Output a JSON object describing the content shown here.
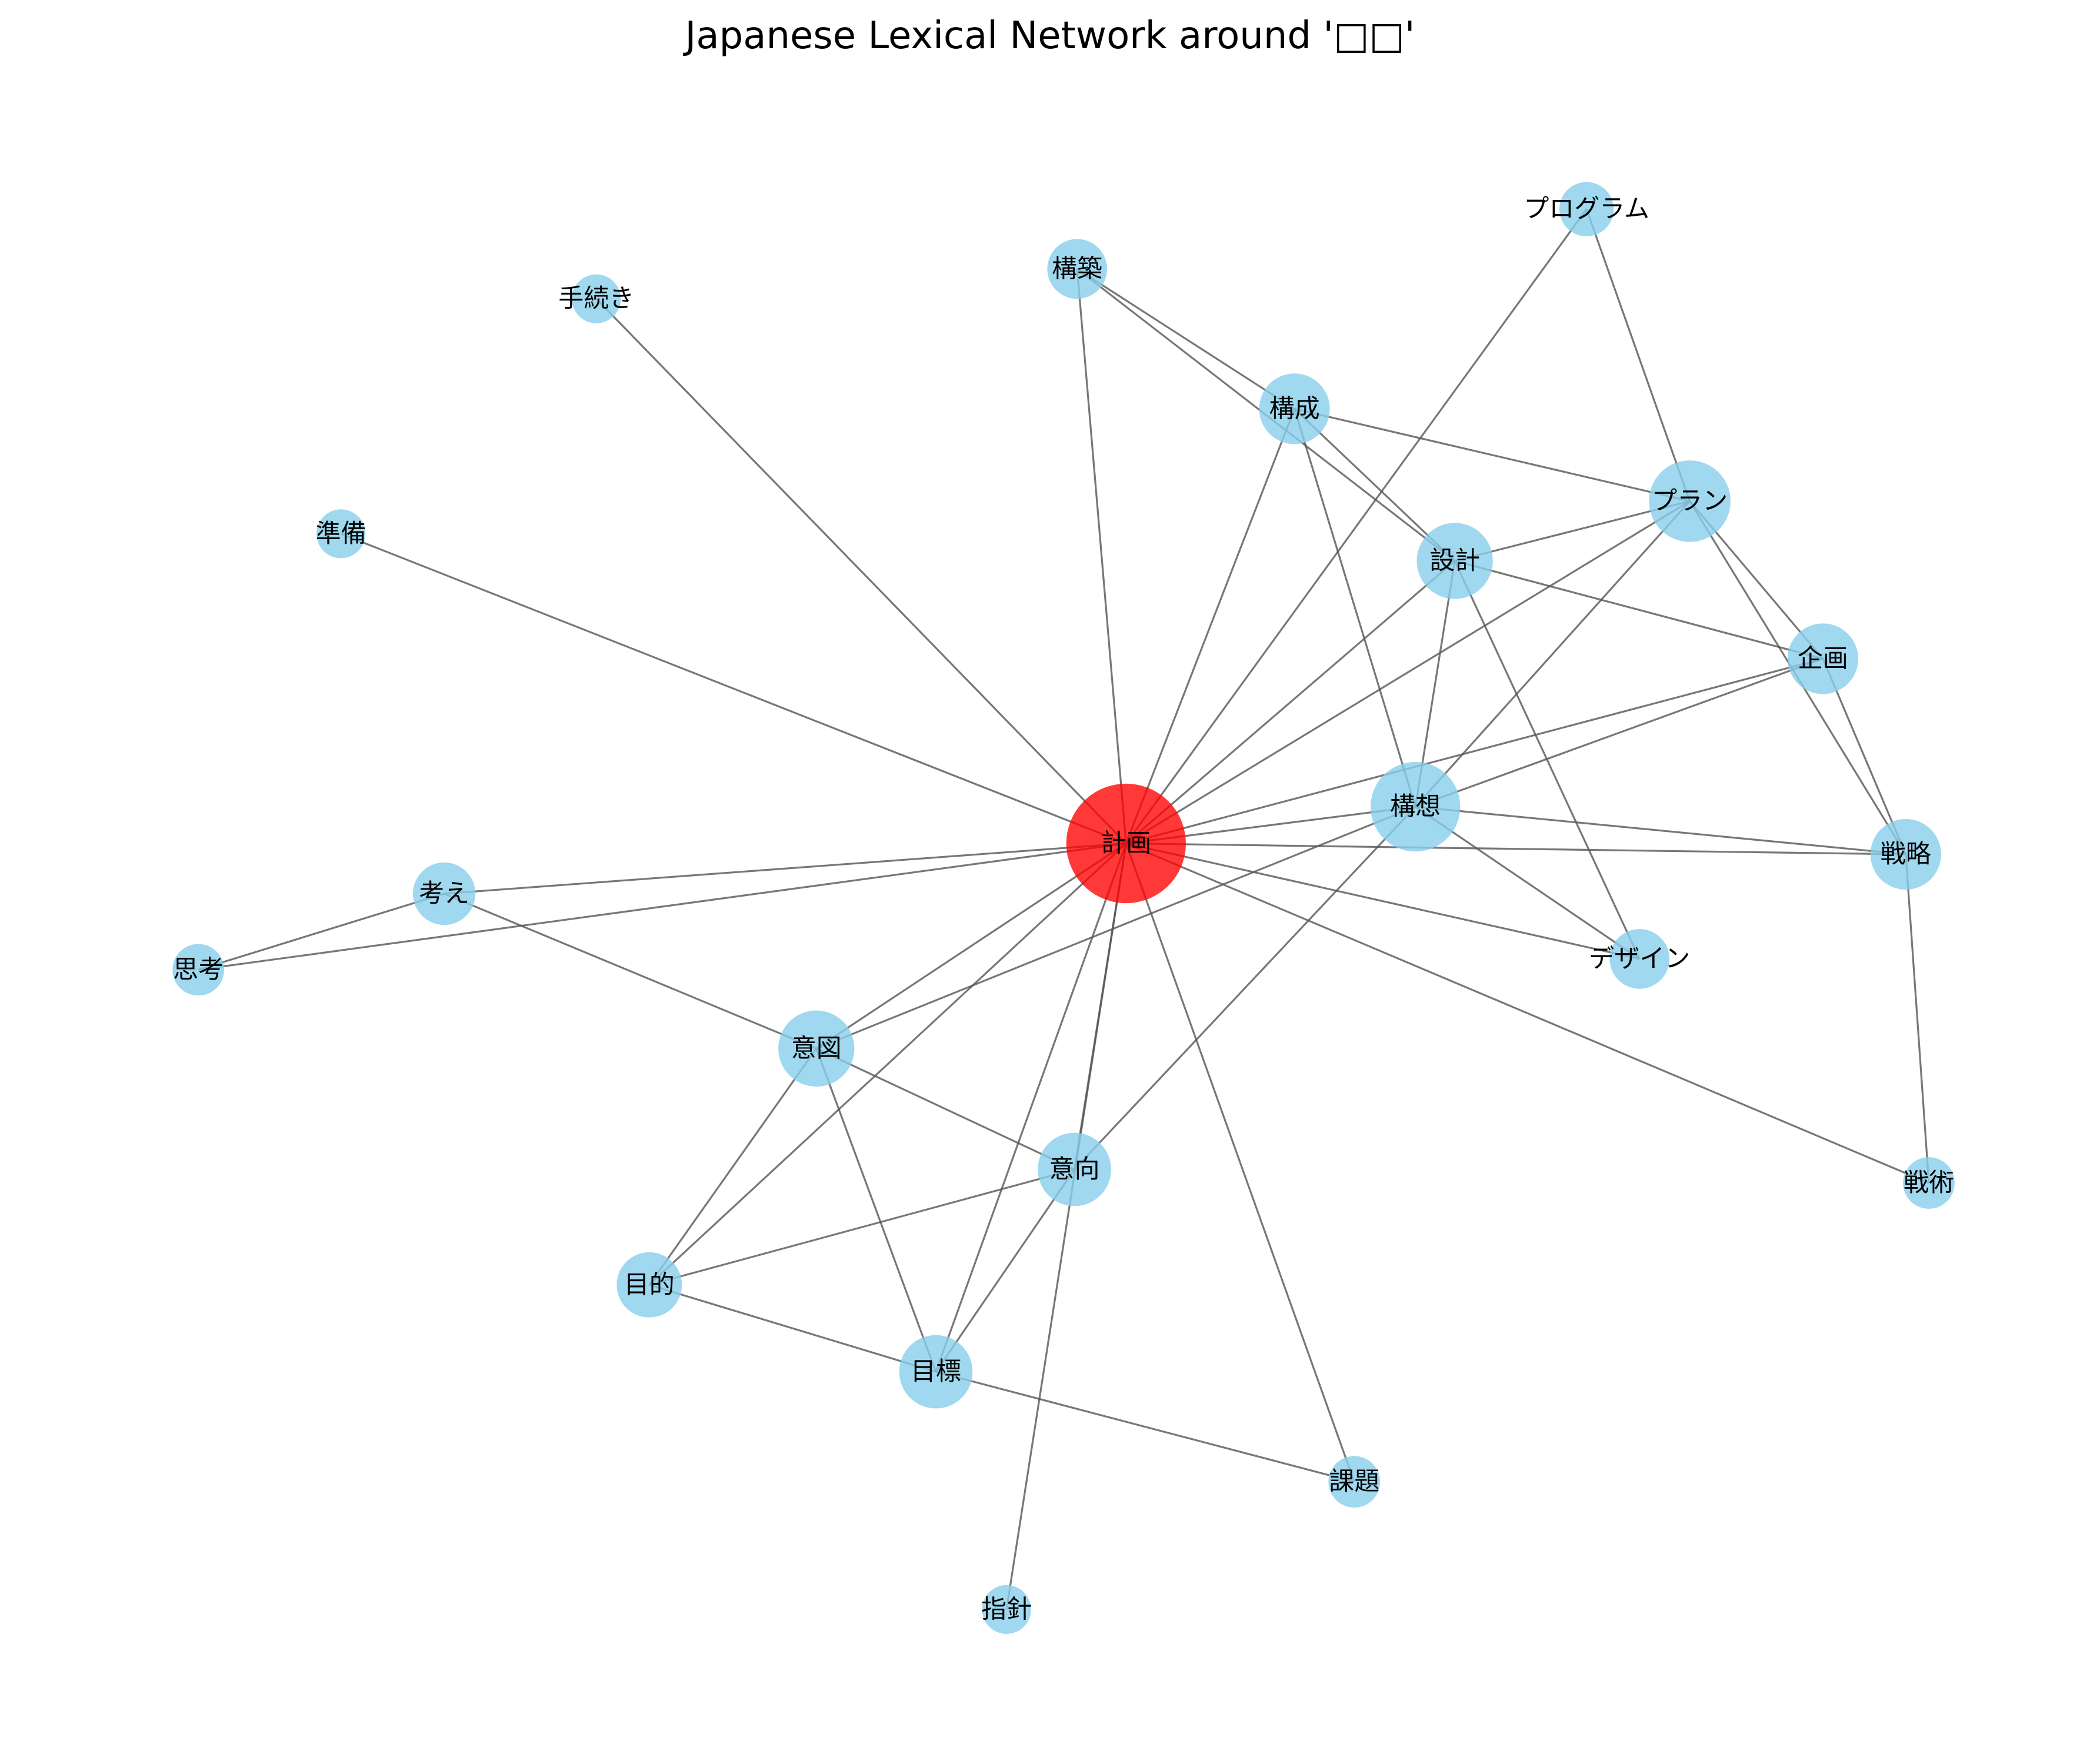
{
  "title": "Japanese Lexical Network around '□□'",
  "colors": {
    "center_node": "#ff0000",
    "node": "#87ceeb",
    "edge": "#555555",
    "label": "#000000"
  },
  "nodes": [
    {
      "id": "計画",
      "label": "計画",
      "role": "center"
    },
    {
      "id": "構想",
      "label": "構想"
    },
    {
      "id": "プラン",
      "label": "プラン"
    },
    {
      "id": "設計",
      "label": "設計"
    },
    {
      "id": "意図",
      "label": "意図"
    },
    {
      "id": "目標",
      "label": "目標"
    },
    {
      "id": "意向",
      "label": "意向"
    },
    {
      "id": "構成",
      "label": "構成"
    },
    {
      "id": "企画",
      "label": "企画"
    },
    {
      "id": "戦略",
      "label": "戦略"
    },
    {
      "id": "目的",
      "label": "目的"
    },
    {
      "id": "考え",
      "label": "考え"
    },
    {
      "id": "デザイン",
      "label": "デザイン"
    },
    {
      "id": "構築",
      "label": "構築"
    },
    {
      "id": "プログラム",
      "label": "プログラム"
    },
    {
      "id": "思考",
      "label": "思考"
    },
    {
      "id": "戦術",
      "label": "戦術"
    },
    {
      "id": "課題",
      "label": "課題"
    },
    {
      "id": "指針",
      "label": "指針"
    },
    {
      "id": "手続き",
      "label": "手続き"
    },
    {
      "id": "準備",
      "label": "準備"
    }
  ],
  "edges": [
    [
      "計画",
      "手続き"
    ],
    [
      "計画",
      "準備"
    ],
    [
      "計画",
      "構築"
    ],
    [
      "計画",
      "構成"
    ],
    [
      "計画",
      "プログラム"
    ],
    [
      "計画",
      "プラン"
    ],
    [
      "計画",
      "設計"
    ],
    [
      "計画",
      "企画"
    ],
    [
      "計画",
      "構想"
    ],
    [
      "計画",
      "戦略"
    ],
    [
      "計画",
      "デザイン"
    ],
    [
      "計画",
      "戦術"
    ],
    [
      "計画",
      "課題"
    ],
    [
      "計画",
      "指針"
    ],
    [
      "計画",
      "目標"
    ],
    [
      "計画",
      "意向"
    ],
    [
      "計画",
      "目的"
    ],
    [
      "計画",
      "意図"
    ],
    [
      "計画",
      "考え"
    ],
    [
      "計画",
      "思考"
    ],
    [
      "構築",
      "構成"
    ],
    [
      "構築",
      "設計"
    ],
    [
      "構成",
      "プラン"
    ],
    [
      "構成",
      "設計"
    ],
    [
      "構成",
      "構想"
    ],
    [
      "プログラム",
      "プラン"
    ],
    [
      "プラン",
      "設計"
    ],
    [
      "プラン",
      "企画"
    ],
    [
      "プラン",
      "戦略"
    ],
    [
      "プラン",
      "構想"
    ],
    [
      "設計",
      "企画"
    ],
    [
      "設計",
      "構想"
    ],
    [
      "設計",
      "デザイン"
    ],
    [
      "企画",
      "構想"
    ],
    [
      "企画",
      "戦略"
    ],
    [
      "構想",
      "戦略"
    ],
    [
      "構想",
      "デザイン"
    ],
    [
      "構想",
      "意図"
    ],
    [
      "構想",
      "意向"
    ],
    [
      "戦略",
      "戦術"
    ],
    [
      "考え",
      "思考"
    ],
    [
      "考え",
      "意図"
    ],
    [
      "意図",
      "意向"
    ],
    [
      "意図",
      "目的"
    ],
    [
      "意図",
      "目標"
    ],
    [
      "意向",
      "目的"
    ],
    [
      "意向",
      "目標"
    ],
    [
      "目的",
      "目標"
    ],
    [
      "目標",
      "課題"
    ]
  ]
}
